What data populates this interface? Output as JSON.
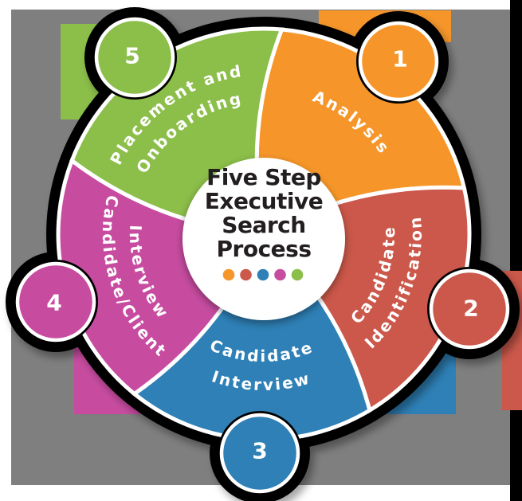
{
  "title": {
    "lines": [
      "Five Step",
      "Executive",
      "Search",
      "Process"
    ]
  },
  "steps": [
    {
      "number": "1",
      "label": "Analysis",
      "label_line2": "",
      "color": "#F6962A"
    },
    {
      "number": "2",
      "label": "Candidate",
      "label_line2": "Identification",
      "color": "#CB584A"
    },
    {
      "number": "3",
      "label": "Candidate",
      "label_line2": "Interview",
      "color": "#2E80B6"
    },
    {
      "number": "4",
      "label": "Candidate/Client",
      "label_line2": "Interview",
      "color": "#C74CA0"
    },
    {
      "number": "5",
      "label": "Placement and",
      "label_line2": "Onboarding",
      "color": "#8CBE4A"
    }
  ],
  "background": {
    "panel_color": "#7F7F7F",
    "edge_bar_color": "#000000",
    "outline_color": "#000000",
    "center_circle_color": "#FFFFFF"
  }
}
